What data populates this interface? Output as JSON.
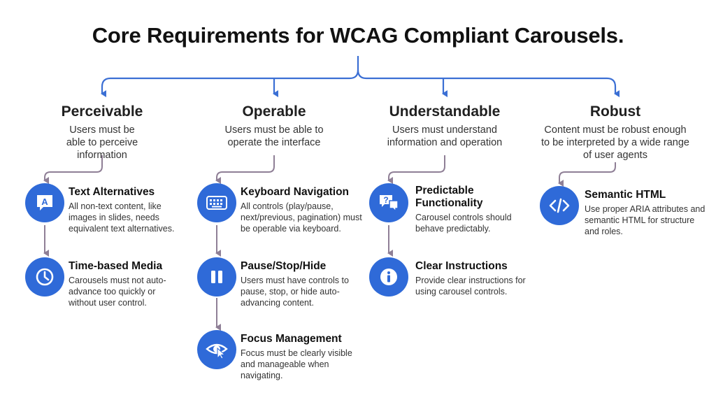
{
  "title": "Core Requirements for WCAG Compliant Carousels.",
  "pillars": [
    {
      "name": "Perceivable",
      "desc": "Users must be able to perceive information",
      "items": [
        {
          "title": "Text Alternatives",
          "desc": "All non-text content, like images in slides, needs equivalent text alternatives.",
          "icon": "text-alternatives-icon"
        },
        {
          "title": "Time-based Media",
          "desc": "Carousels must not auto-advance too quickly or without user control.",
          "icon": "clock-icon"
        }
      ]
    },
    {
      "name": "Operable",
      "desc": "Users must be able to operate the interface",
      "items": [
        {
          "title": "Keyboard Navigation",
          "desc": "All controls (play/pause, next/previous, pagination) must be operable via keyboard.",
          "icon": "keyboard-icon"
        },
        {
          "title": "Pause/Stop/Hide",
          "desc": "Users must have controls to pause, stop, or hide auto-advancing content.",
          "icon": "pause-icon"
        },
        {
          "title": "Focus Management",
          "desc": "Focus must be clearly visible and manageable when navigating.",
          "icon": "focus-eye-icon"
        }
      ]
    },
    {
      "name": "Understandable",
      "desc": "Users must understand information and operation",
      "items": [
        {
          "title": "Predictable Functionality",
          "desc": "Carousel controls should behave predictably.",
          "icon": "question-bubble-icon"
        },
        {
          "title": "Clear Instructions",
          "desc": "Provide clear instructions for using carousel controls.",
          "icon": "info-icon"
        }
      ]
    },
    {
      "name": "Robust",
      "desc": "Content must be robust enough to be interpreted by a wide range of user agents",
      "items": [
        {
          "title": "Semantic HTML",
          "desc": "Use proper ARIA attributes and semantic HTML for structure and roles.",
          "icon": "code-icon"
        }
      ]
    }
  ],
  "colors": {
    "accent": "#2f6ad8",
    "connector_top": "#3b6fd4",
    "connector_inner": "#8f7f96"
  }
}
